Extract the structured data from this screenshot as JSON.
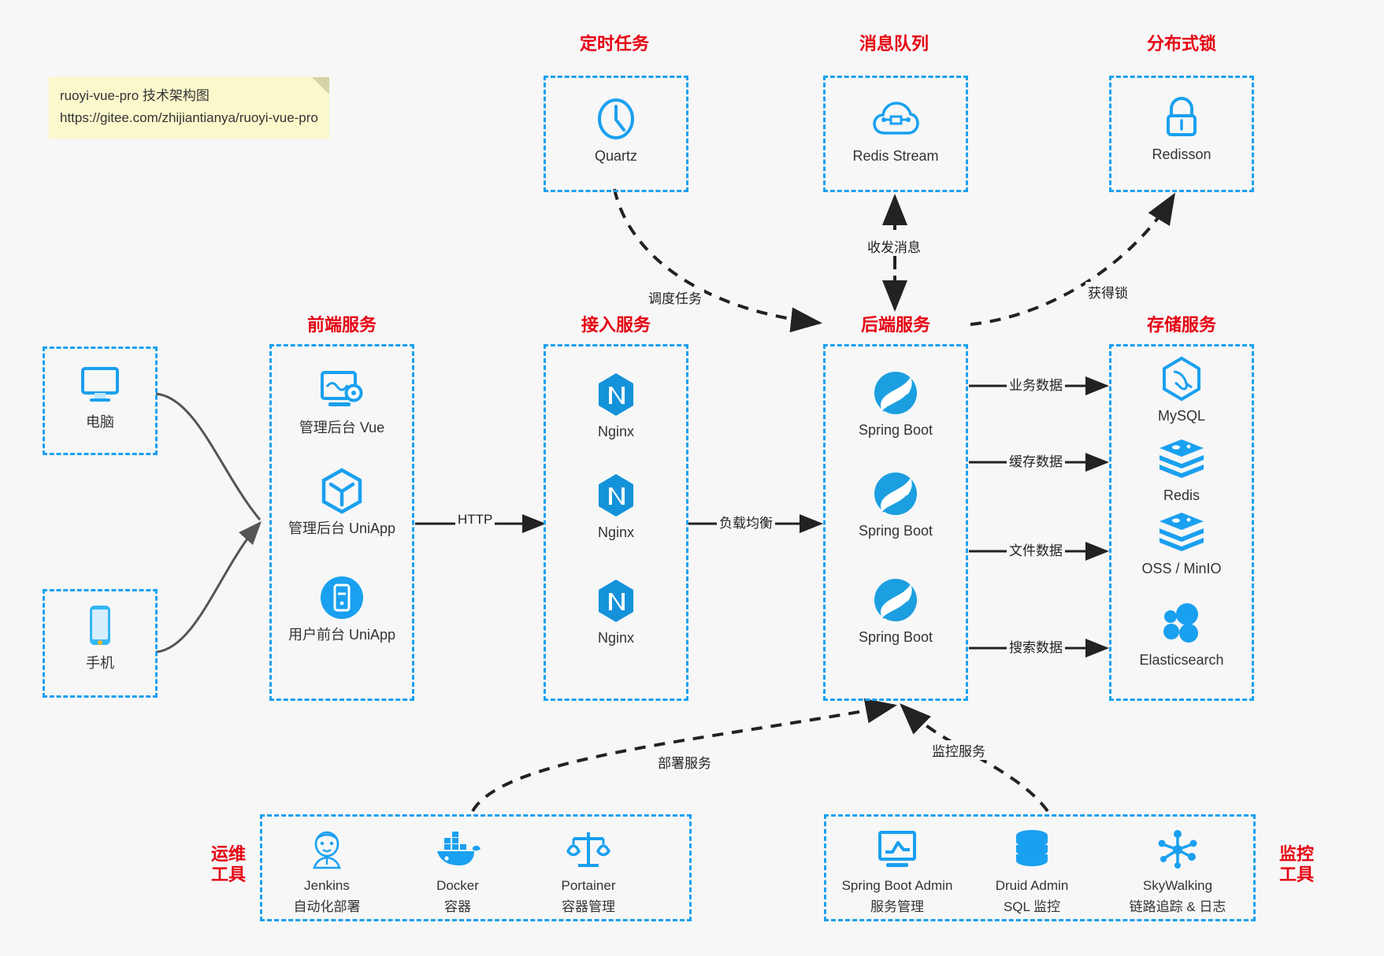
{
  "note": {
    "line1": "ruoyi-vue-pro 技术架构图",
    "line2": "https://gitee.com/zhijiantianya/ruoyi-vue-pro"
  },
  "colors": {
    "accent": "#1aa0f0",
    "caption": "#e60012",
    "background": "#f7f7f7",
    "note_bg": "#fbf8cc",
    "arrow": "#222222"
  },
  "captions": {
    "scheduled_task": "定时任务",
    "message_queue": "消息队列",
    "distributed_lock": "分布式锁",
    "frontend_service": "前端服务",
    "access_service": "接入服务",
    "backend_service": "后端服务",
    "storage_service": "存储服务",
    "devops_tools_l1": "运维",
    "devops_tools_l2": "工具",
    "monitor_tools_l1": "监控",
    "monitor_tools_l2": "工具"
  },
  "groups": {
    "scheduled_task": {
      "nodes": [
        {
          "icon": "clock-icon",
          "label": "Quartz"
        }
      ]
    },
    "message_queue": {
      "nodes": [
        {
          "icon": "cloud-stream-icon",
          "label": "Redis Stream"
        }
      ]
    },
    "distributed_lock": {
      "nodes": [
        {
          "icon": "lock-icon",
          "label": "Redisson"
        }
      ]
    },
    "clients": {
      "nodes": [
        {
          "icon": "desktop-icon",
          "label": "电脑"
        },
        {
          "icon": "mobile-icon",
          "label": "手机"
        }
      ]
    },
    "frontend": {
      "nodes": [
        {
          "icon": "admin-dashboard-icon",
          "label": "管理后台 Vue"
        },
        {
          "icon": "cube-icon",
          "label": "管理后台 UniApp"
        },
        {
          "icon": "app-circle-icon",
          "label": "用户前台 UniApp"
        }
      ]
    },
    "access": {
      "nodes": [
        {
          "icon": "nginx-icon",
          "label": "Nginx"
        },
        {
          "icon": "nginx-icon",
          "label": "Nginx"
        },
        {
          "icon": "nginx-icon",
          "label": "Nginx"
        }
      ]
    },
    "backend": {
      "nodes": [
        {
          "icon": "spring-leaf-icon",
          "label": "Spring Boot"
        },
        {
          "icon": "spring-leaf-icon",
          "label": "Spring Boot"
        },
        {
          "icon": "spring-leaf-icon",
          "label": "Spring Boot"
        }
      ]
    },
    "storage": {
      "nodes": [
        {
          "icon": "mysql-icon",
          "label": "MySQL"
        },
        {
          "icon": "redis-icon",
          "label": "Redis"
        },
        {
          "icon": "oss-icon",
          "label": "OSS / MinIO"
        },
        {
          "icon": "elasticsearch-icon",
          "label": "Elasticsearch"
        }
      ]
    },
    "devops": {
      "nodes": [
        {
          "icon": "jenkins-icon",
          "label": "Jenkins",
          "sub": "自动化部署"
        },
        {
          "icon": "docker-icon",
          "label": "Docker",
          "sub": "容器"
        },
        {
          "icon": "portainer-icon",
          "label": "Portainer",
          "sub": "容器管理"
        }
      ]
    },
    "monitoring": {
      "nodes": [
        {
          "icon": "spring-boot-admin-icon",
          "label": "Spring Boot Admin",
          "sub": "服务管理"
        },
        {
          "icon": "druid-db-icon",
          "label": "Druid Admin",
          "sub": "SQL 监控"
        },
        {
          "icon": "skywalking-icon",
          "label": "SkyWalking",
          "sub": "链路追踪 & 日志"
        }
      ]
    }
  },
  "edges": {
    "schedule_task": "调度任务",
    "send_receive_message": "收发消息",
    "acquire_lock": "获得锁",
    "http": "HTTP",
    "load_balance": "负载均衡",
    "business_data": "业务数据",
    "cache_data": "缓存数据",
    "file_data": "文件数据",
    "search_data": "搜索数据",
    "deploy_service": "部署服务",
    "monitor_service": "监控服务"
  }
}
